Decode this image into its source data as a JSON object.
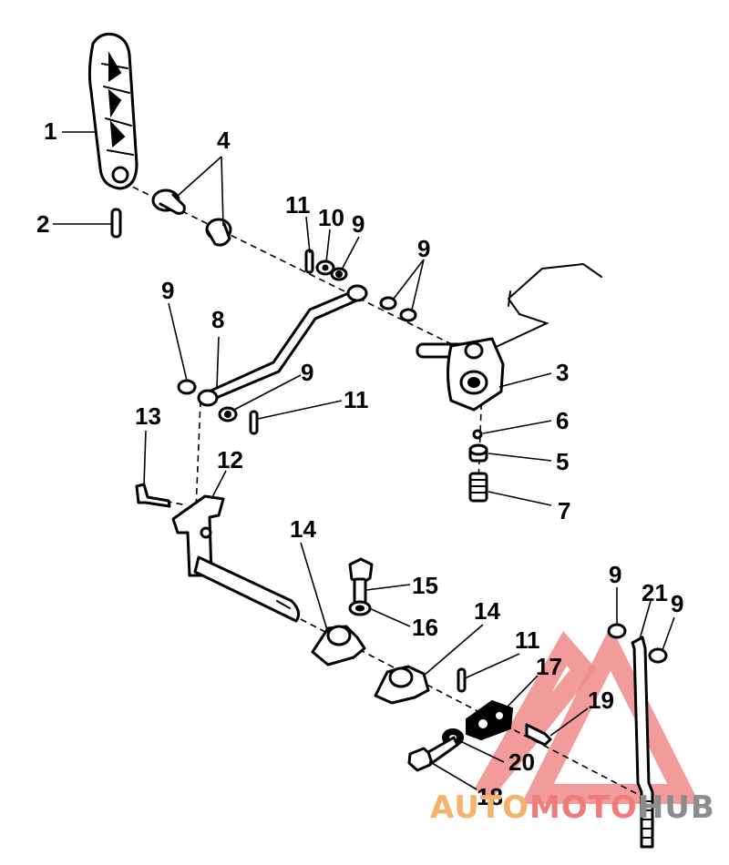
{
  "callouts": [
    {
      "id": "c1",
      "text": "1"
    },
    {
      "id": "c2",
      "text": "2"
    },
    {
      "id": "c3",
      "text": "3"
    },
    {
      "id": "c4",
      "text": "4"
    },
    {
      "id": "c5",
      "text": "5"
    },
    {
      "id": "c6",
      "text": "6"
    },
    {
      "id": "c7",
      "text": "7"
    },
    {
      "id": "c8",
      "text": "8"
    },
    {
      "id": "c9a",
      "text": "9"
    },
    {
      "id": "c9b",
      "text": "9"
    },
    {
      "id": "c9c",
      "text": "9"
    },
    {
      "id": "c9d",
      "text": "9"
    },
    {
      "id": "c9e",
      "text": "9"
    },
    {
      "id": "c9f",
      "text": "9"
    },
    {
      "id": "c10",
      "text": "10"
    },
    {
      "id": "c11a",
      "text": "11"
    },
    {
      "id": "c11b",
      "text": "11"
    },
    {
      "id": "c11c",
      "text": "11"
    },
    {
      "id": "c12",
      "text": "12"
    },
    {
      "id": "c13",
      "text": "13"
    },
    {
      "id": "c14a",
      "text": "14"
    },
    {
      "id": "c14b",
      "text": "14"
    },
    {
      "id": "c15",
      "text": "15"
    },
    {
      "id": "c16",
      "text": "16"
    },
    {
      "id": "c17",
      "text": "17"
    },
    {
      "id": "c18",
      "text": "18"
    },
    {
      "id": "c19",
      "text": "19"
    },
    {
      "id": "c20",
      "text": "20"
    },
    {
      "id": "c21",
      "text": "21"
    }
  ],
  "watermark": {
    "part1": "AUTO",
    "part2": "MOTO",
    "part3": "HUB",
    "color_orange": "#f4b26b",
    "color_red": "#f07b7b",
    "color_gray": "#8c8c8c"
  }
}
